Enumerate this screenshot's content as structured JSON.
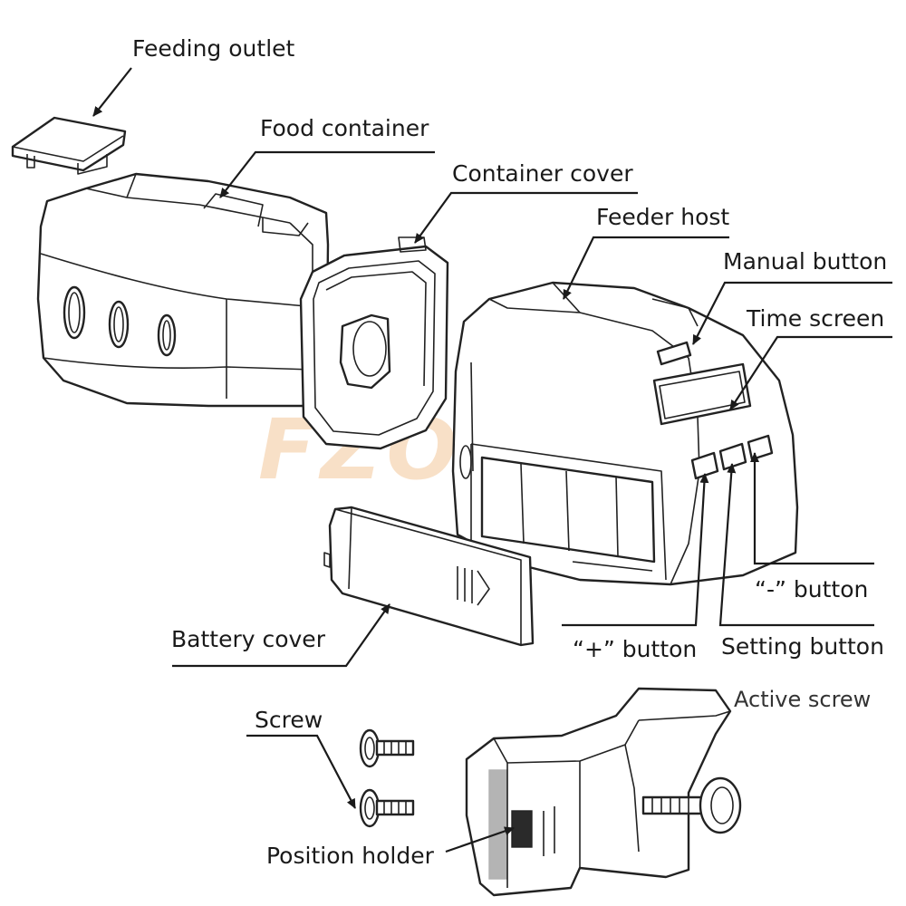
{
  "labels": {
    "feeding_outlet": "Feeding outlet",
    "food_container": "Food container",
    "container_cover": "Container cover",
    "feeder_host": "Feeder host",
    "manual_button": "Manual button",
    "time_screen": "Time screen",
    "minus_button": "“-”  button",
    "plus_button": "“+”  button",
    "setting_button": "Setting button",
    "battery_cover": "Battery cover",
    "screw": "Screw",
    "active_screw": "Active screw",
    "position_holder": "Position holder"
  },
  "watermark": "FZONE",
  "colors": {
    "line": "#1a1a1a",
    "watermark": "#f3c89a",
    "background": "#ffffff"
  }
}
